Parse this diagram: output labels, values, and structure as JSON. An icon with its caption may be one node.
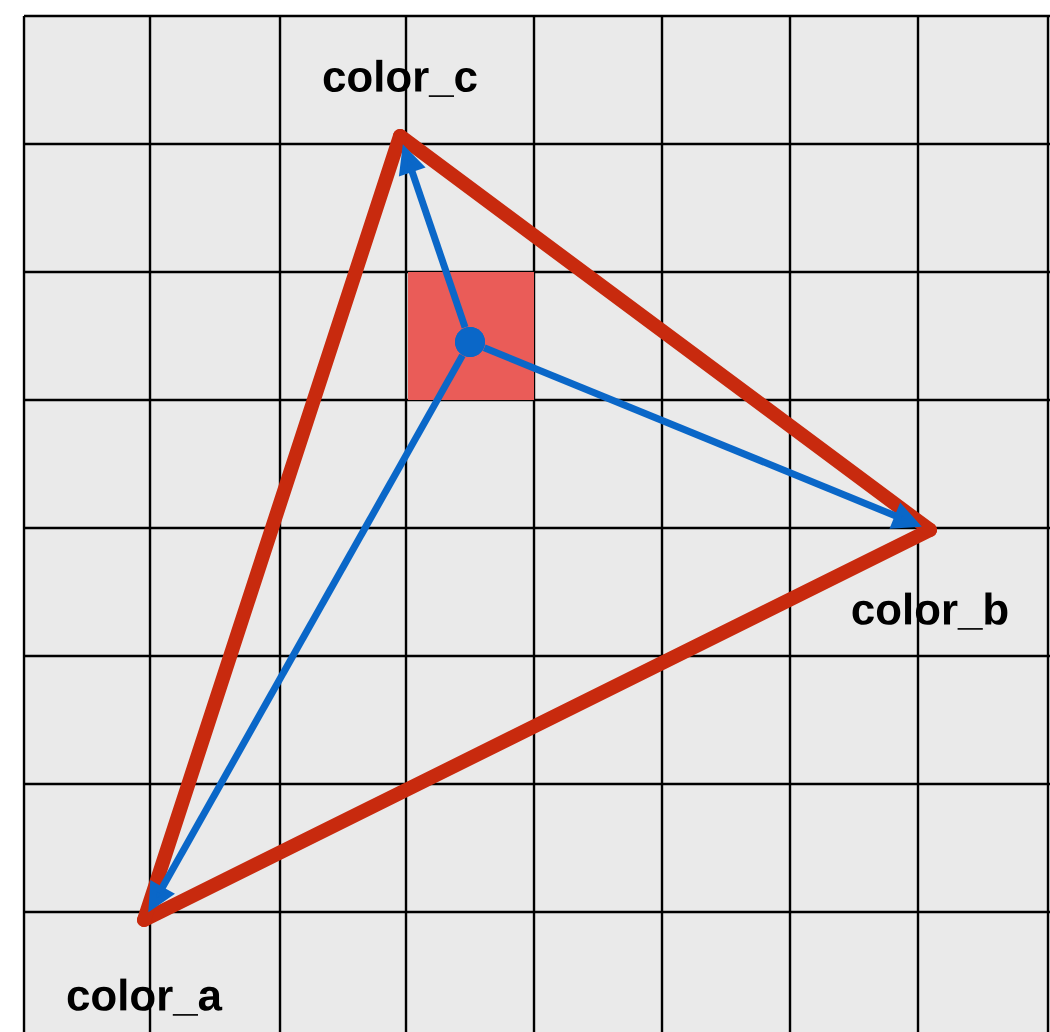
{
  "diagram": {
    "nodes": [
      {
        "text": [
          "color_a"
        ]
      },
      {
        "text": [
          "color_b"
        ]
      },
      {
        "text": [
          "color_c"
        ]
      },
      {
        "text": [],
        "shape": "box"
      },
      {
        "text": [],
        "shape": "circle",
        "in": 3
      }
    ],
    "edges": [
      {
        "from": 0,
        "to": 1,
        "arrow": "none",
        "style": "thick",
        "color": "#c82a0e"
      },
      {
        "from": 1,
        "to": 2,
        "arrow": "none",
        "style": "thick",
        "color": "#c82a0e"
      },
      {
        "from": 2,
        "to": 0,
        "arrow": "none",
        "style": "thick",
        "color": "#c82a0e"
      },
      {
        "from": 4,
        "to": 0,
        "arrow": "to",
        "color": "#0a67c8"
      },
      {
        "from": 4,
        "to": 1,
        "arrow": "to",
        "color": "#0a67c8"
      },
      {
        "from": 4,
        "to": 2,
        "arrow": "to",
        "color": "#0a67c8"
      }
    ]
  }
}
